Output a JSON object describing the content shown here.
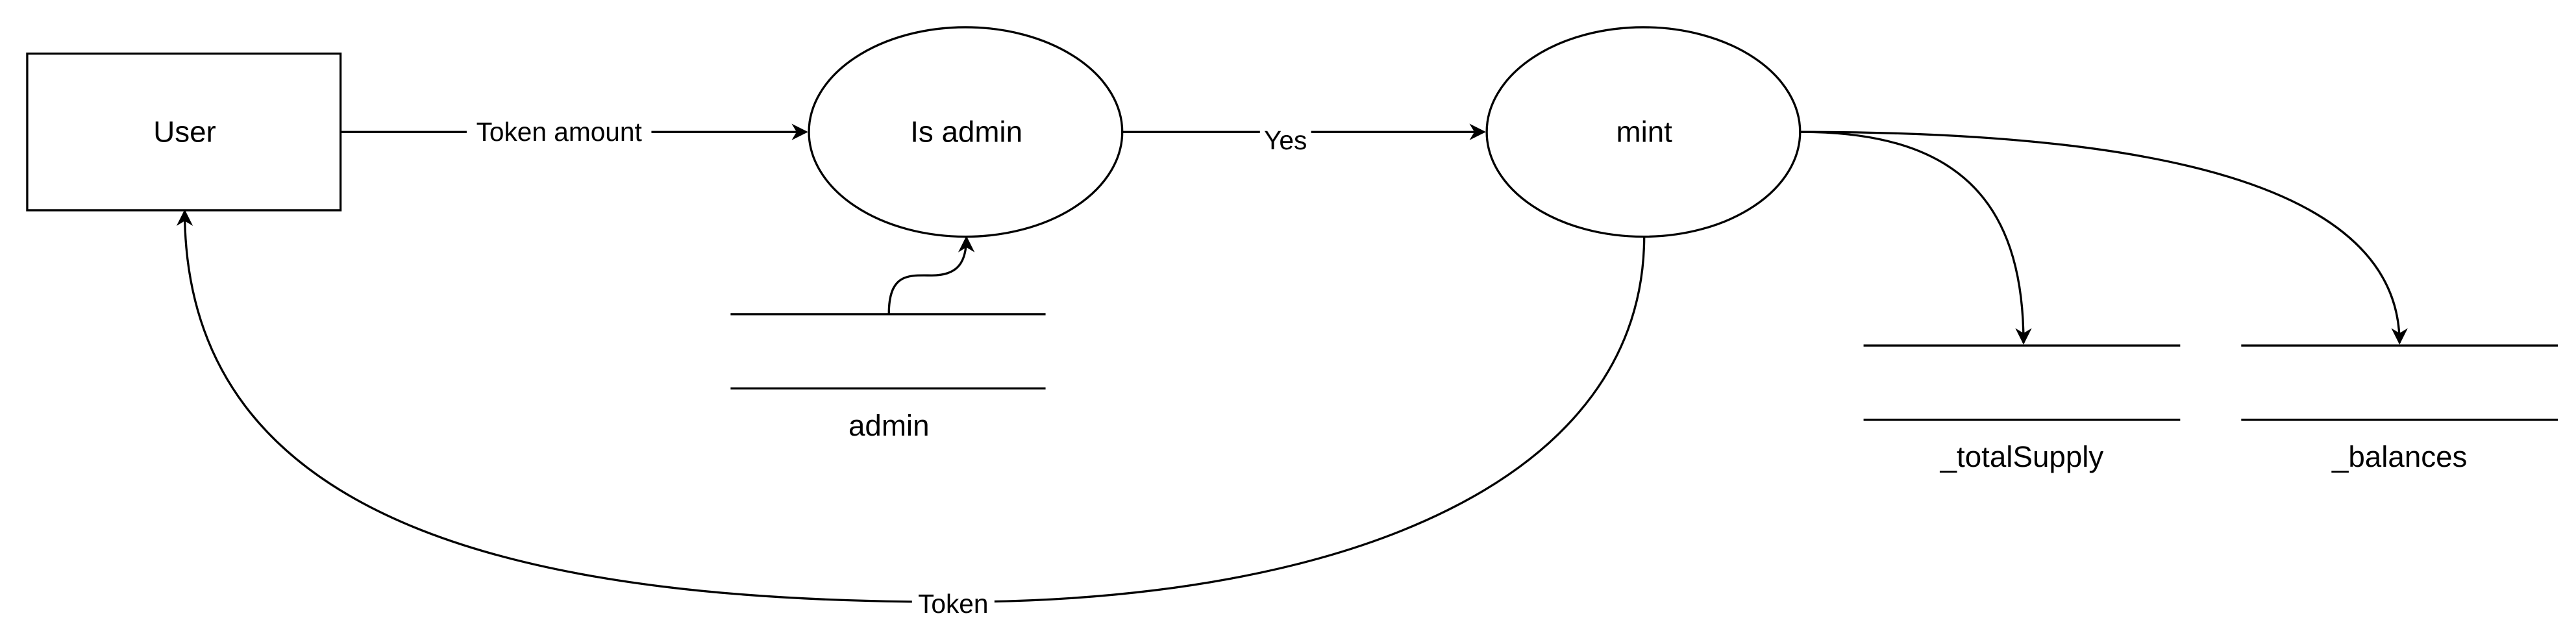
{
  "nodes": {
    "user": "User",
    "is_admin": "Is admin",
    "mint": "mint"
  },
  "stores": {
    "admin": "admin",
    "total_supply": "_totalSupply",
    "balances": "_balances"
  },
  "edges": {
    "token_amount": "Token amount",
    "yes": "Yes",
    "token": "Token"
  },
  "colors": {
    "stroke": "#000000",
    "fill": "#ffffff",
    "text": "#000000"
  }
}
